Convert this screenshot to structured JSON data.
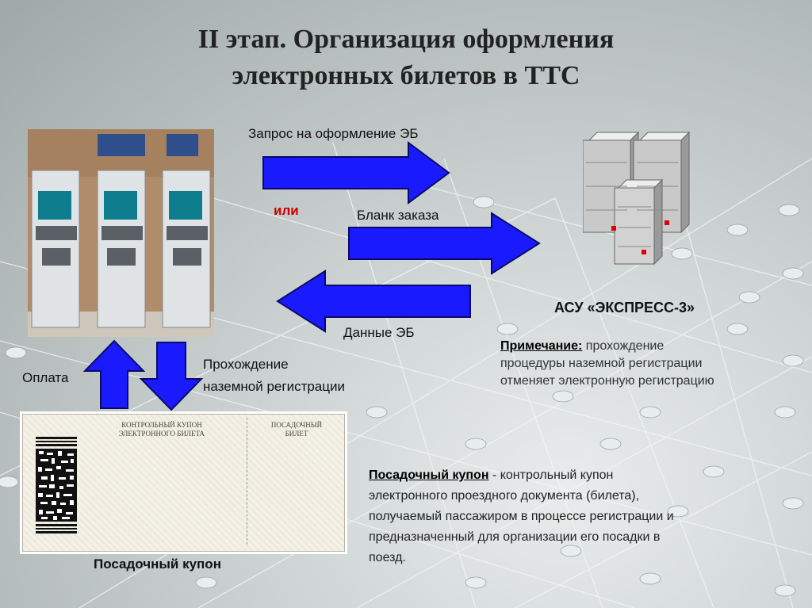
{
  "slide": {
    "title_line1": "II этап. Организация оформления",
    "title_line2": "электронных билетов в ТТС"
  },
  "flow": {
    "request_label": "Запрос на оформление ЭБ",
    "or_label": "или",
    "order_form_label": "Бланк заказа",
    "data_label": "Данные ЭБ",
    "payment_label": "Оплата",
    "registration_label_line1": "Прохождение",
    "registration_label_line2": "наземной регистрации",
    "system_label": "АСУ «ЭКСПРЕСС-3»"
  },
  "note": {
    "heading": "Примечание:",
    "text_line1": " прохождение",
    "text_line2": "процедуры наземной регистрации",
    "text_line3": "отменяет электронную регистрацию"
  },
  "ticket": {
    "stub_title_line1": "КОНТРОЛЬНЫЙ КУПОН",
    "stub_title_line2": "ЭЛЕКТРОННОГО БИЛЕТА",
    "pass_title_line1": "ПОСАДОЧНЫЙ",
    "pass_title_line2": "БИЛЕТ",
    "caption": "Посадочный купон"
  },
  "definition": {
    "term": "Посадочный купон",
    "line1": " - контрольный купон",
    "line2": "электронного проездного документа (билета),",
    "line3": "получаемый пассажиром в процессе регистрации и",
    "line4": "предназначенный для организации его посадки в",
    "line5": "поезд."
  },
  "colors": {
    "arrow_fill": "#1a1aff",
    "arrow_stroke": "#0a0a66",
    "accent_red": "#cc0000"
  }
}
